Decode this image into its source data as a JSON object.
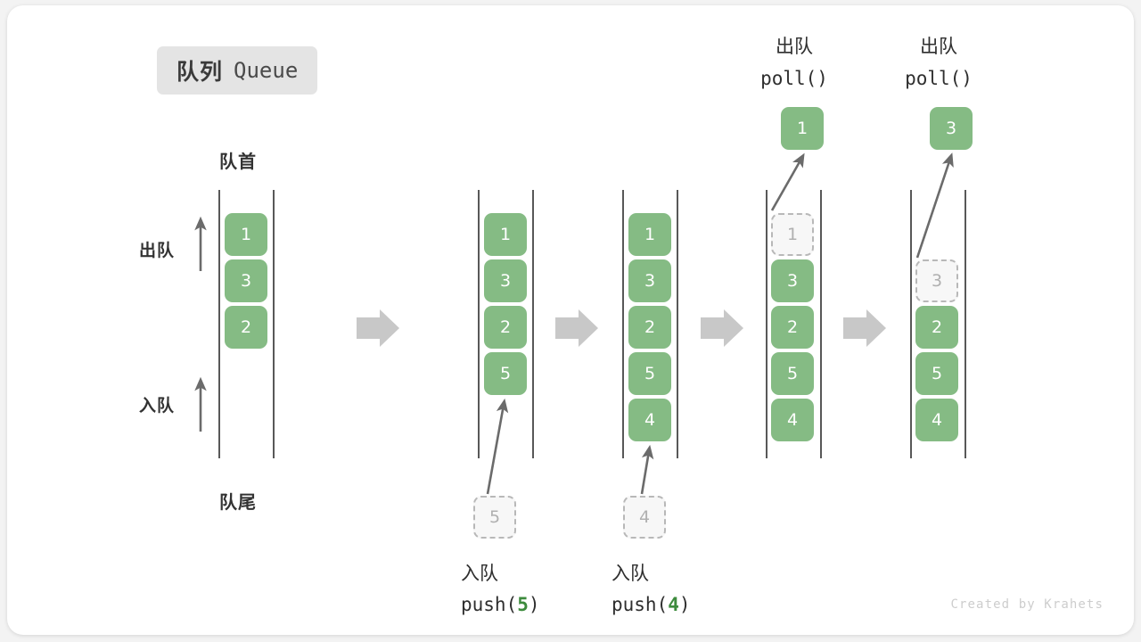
{
  "title": {
    "cn": "队列",
    "en": "Queue"
  },
  "labels": {
    "front": "队首",
    "rear": "队尾",
    "dequeue_side": "出队",
    "enqueue_side": "入队"
  },
  "watermark": "Created by Krahets",
  "colors": {
    "element_fill": "#85bb84",
    "element_text": "#ffffff",
    "ghost_fill": "#f7f7f7",
    "ghost_border": "#b8b8b8",
    "ghost_text": "#b0b0b0",
    "rail": "#585858",
    "arrow_gray": "#c8c8c8",
    "thin_arrow": "#6b6b6b",
    "badge_bg": "#e4e4e4",
    "highlight_green": "#3d8b3d",
    "text": "#2e2e2e",
    "watermark": "#cdcdcd"
  },
  "columns": [
    {
      "id": "initial",
      "elements": [
        "1",
        "3",
        "2"
      ],
      "ghost_index": null,
      "top_label": null,
      "bottom_caption": null,
      "popped_value": null,
      "incoming_value": null
    },
    {
      "id": "after-push-5",
      "elements": [
        "1",
        "3",
        "2",
        "5"
      ],
      "ghost_index": null,
      "top_label": null,
      "bottom_caption": {
        "cn": "入队",
        "fn": "push(",
        "arg": "5",
        "fn_close": ")"
      },
      "popped_value": null,
      "incoming_value": "5"
    },
    {
      "id": "after-push-4",
      "elements": [
        "1",
        "3",
        "2",
        "5",
        "4"
      ],
      "ghost_index": null,
      "top_label": null,
      "bottom_caption": {
        "cn": "入队",
        "fn": "push(",
        "arg": "4",
        "fn_close": ")"
      },
      "popped_value": null,
      "incoming_value": "4"
    },
    {
      "id": "after-poll-1",
      "elements": [
        "1",
        "3",
        "2",
        "5",
        "4"
      ],
      "ghost_index": 0,
      "top_label": {
        "cn": "出队",
        "fn": "poll()"
      },
      "bottom_caption": null,
      "popped_value": "1",
      "incoming_value": null
    },
    {
      "id": "after-poll-3",
      "elements": [
        "3",
        "2",
        "5",
        "4"
      ],
      "ghost_index": 0,
      "top_label": {
        "cn": "出队",
        "fn": "poll()"
      },
      "bottom_caption": null,
      "popped_value": "3",
      "incoming_value": null
    }
  ]
}
